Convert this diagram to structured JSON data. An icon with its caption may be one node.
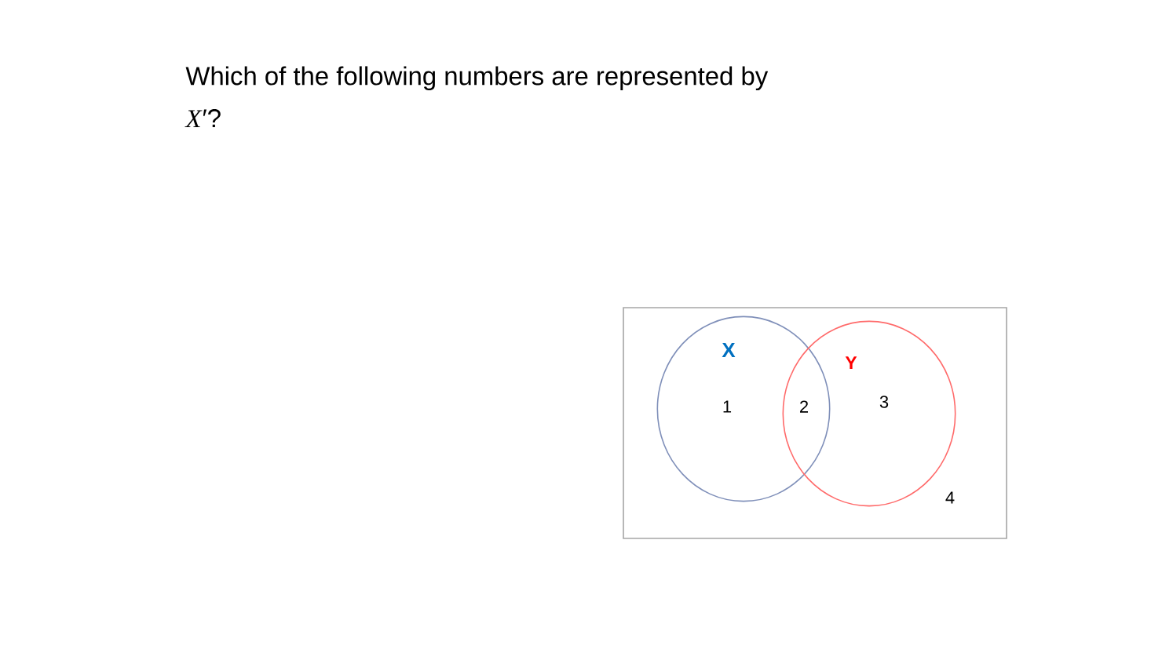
{
  "diagram": {
    "title": "Which of the following numbers are represented by *X*′?",
    "nodes": [
      {
        "text": [
          "4"
        ]
      },
      {
        "text": [
          "X",
          "1"
        ],
        "in": 0
      },
      {
        "text": [
          "Y",
          "3"
        ],
        "in": 0
      }
    ],
    "labels": [
      "2"
    ]
  }
}
